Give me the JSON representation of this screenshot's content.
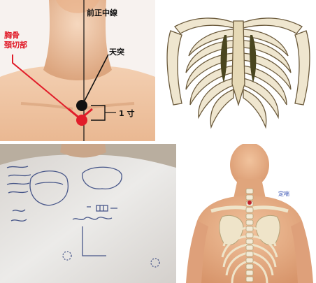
{
  "panels": {
    "neck_photo": {
      "labels": {
        "midline": "前正中線",
        "sternum_notch_line1": "胸骨",
        "sternum_notch_line2": "頚切部",
        "tiantu": "天突",
        "distance": "1 寸"
      },
      "colors": {
        "accent_red": "#e11d2a",
        "point_black": "#111111",
        "skin": "#f1c7a3"
      }
    },
    "ribcage_drawing": {
      "colors": {
        "bone": "#efe6cf",
        "outline": "#6b5a3c",
        "dark": "#4a4620"
      }
    },
    "back_photo": {
      "colors": {
        "marker": "#2c3e7a",
        "shirt": "#e9e7e5"
      }
    },
    "back_render": {
      "labels": {
        "point": "定喘"
      },
      "colors": {
        "skin": "#e8b48b",
        "point": "#c0202a",
        "label": "#3b55b5"
      }
    }
  }
}
